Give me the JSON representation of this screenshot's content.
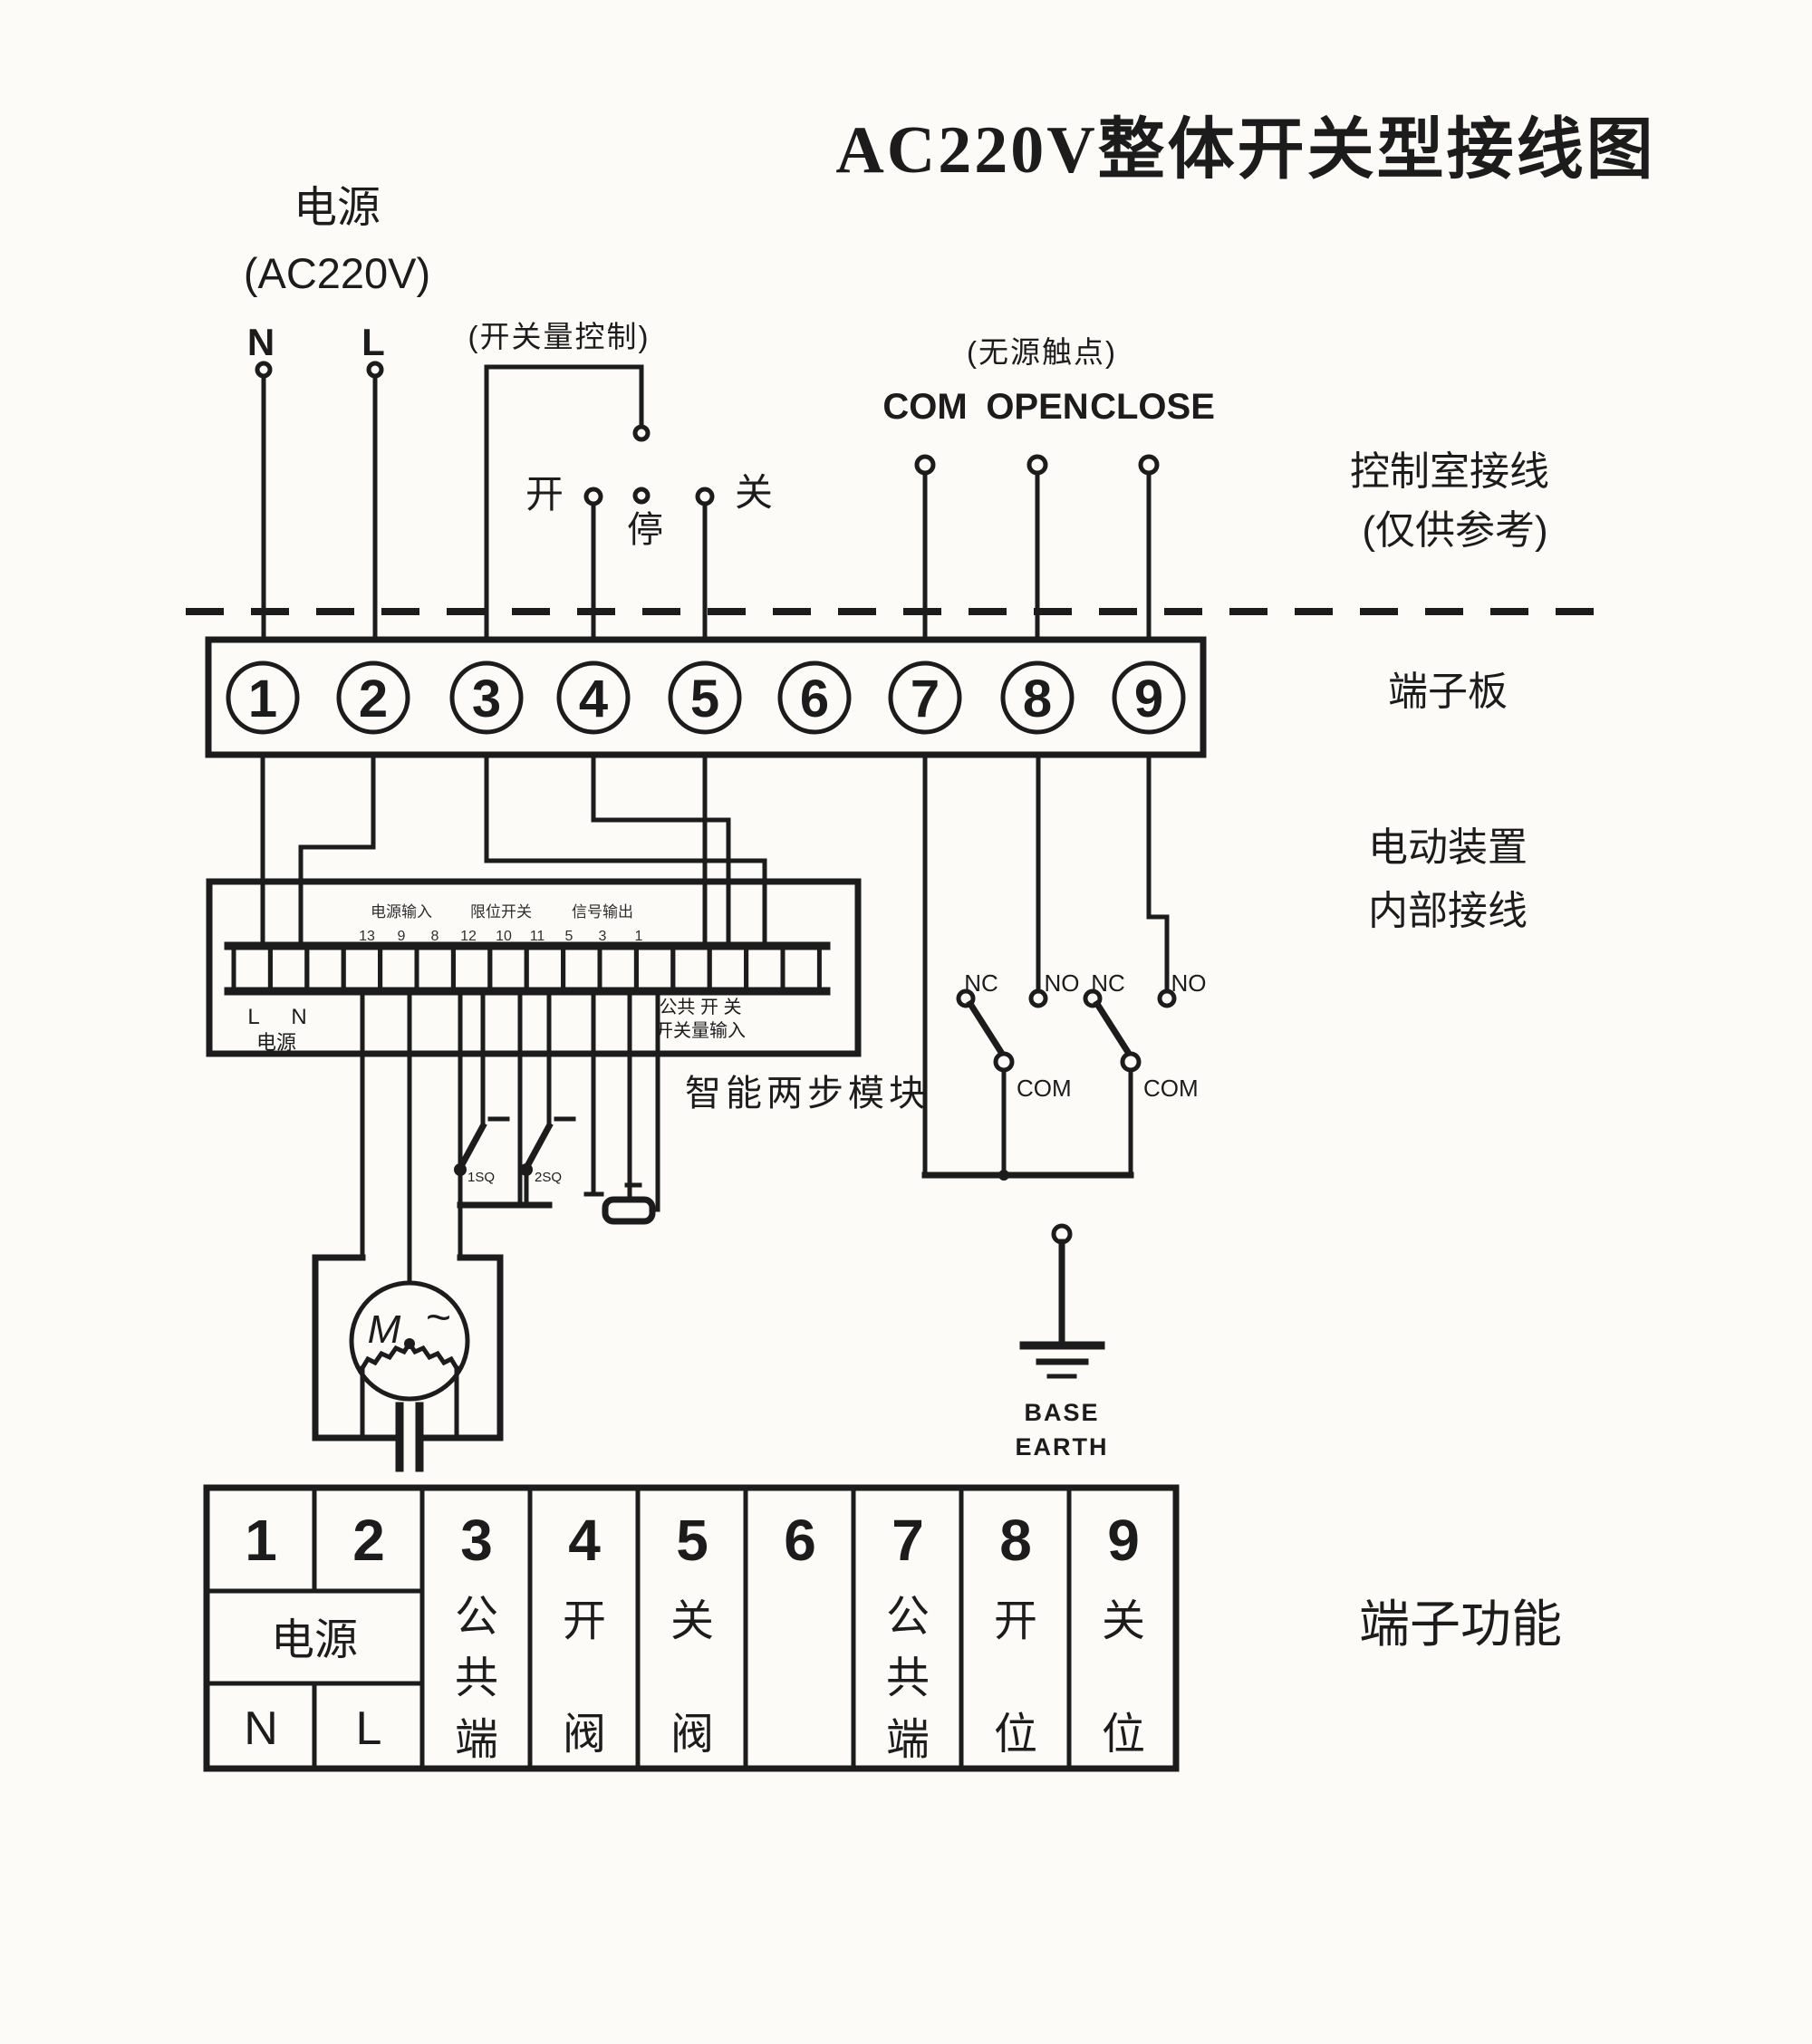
{
  "title": "AC220V整体开关型接线图",
  "power": {
    "label": "电源",
    "spec": "(AC220V)",
    "n": "N",
    "l": "L"
  },
  "switch_control": {
    "label": "(开关量控制)",
    "open": "开",
    "stop": "停",
    "close": "关"
  },
  "dry_contact": {
    "label": "(无源触点)",
    "com": "COM",
    "open": "OPEN",
    "close": "CLOSE"
  },
  "annotations": {
    "control_room_line1": "控制室接线",
    "control_room_line2": "(仅供参考)",
    "terminal_board": "端子板",
    "actuator_line1": "电动装置",
    "actuator_line2": "内部接线",
    "terminal_function": "端子功能"
  },
  "terminal_board": {
    "numbers": [
      "1",
      "2",
      "3",
      "4",
      "5",
      "6",
      "7",
      "8",
      "9"
    ]
  },
  "module": {
    "name": "智能两步模块",
    "group_labels": [
      "电源输入",
      "限位开关",
      "信号输出"
    ],
    "pin_numbers": [
      "13",
      "9",
      "8",
      "12",
      "10",
      "11",
      "5",
      "3",
      "1"
    ],
    "left_l": "L",
    "left_n": "N",
    "left_power": "电源",
    "right_row1": "公共 开 关",
    "right_row2": "开关量输入"
  },
  "feedback_switches": {
    "nc": "NC",
    "no": "NO",
    "com": "COM"
  },
  "limit_switches": {
    "s1": "1SQ",
    "s2": "2SQ"
  },
  "motor": {
    "m": "M",
    "ac": "~"
  },
  "earth": {
    "line1": "BASE",
    "line2": "EARTH"
  },
  "function_table": {
    "power_label": "电源",
    "n": "N",
    "l": "L",
    "cols": [
      {
        "num": "1"
      },
      {
        "num": "2"
      },
      {
        "num": "3",
        "chars": [
          "公",
          "共",
          "端"
        ]
      },
      {
        "num": "4",
        "chars": [
          "开",
          "阀"
        ]
      },
      {
        "num": "5",
        "chars": [
          "关",
          "阀"
        ]
      },
      {
        "num": "6",
        "chars": []
      },
      {
        "num": "7",
        "chars": [
          "公",
          "共",
          "端"
        ]
      },
      {
        "num": "8",
        "chars": [
          "开",
          "位"
        ]
      },
      {
        "num": "9",
        "chars": [
          "关",
          "位"
        ]
      }
    ]
  }
}
